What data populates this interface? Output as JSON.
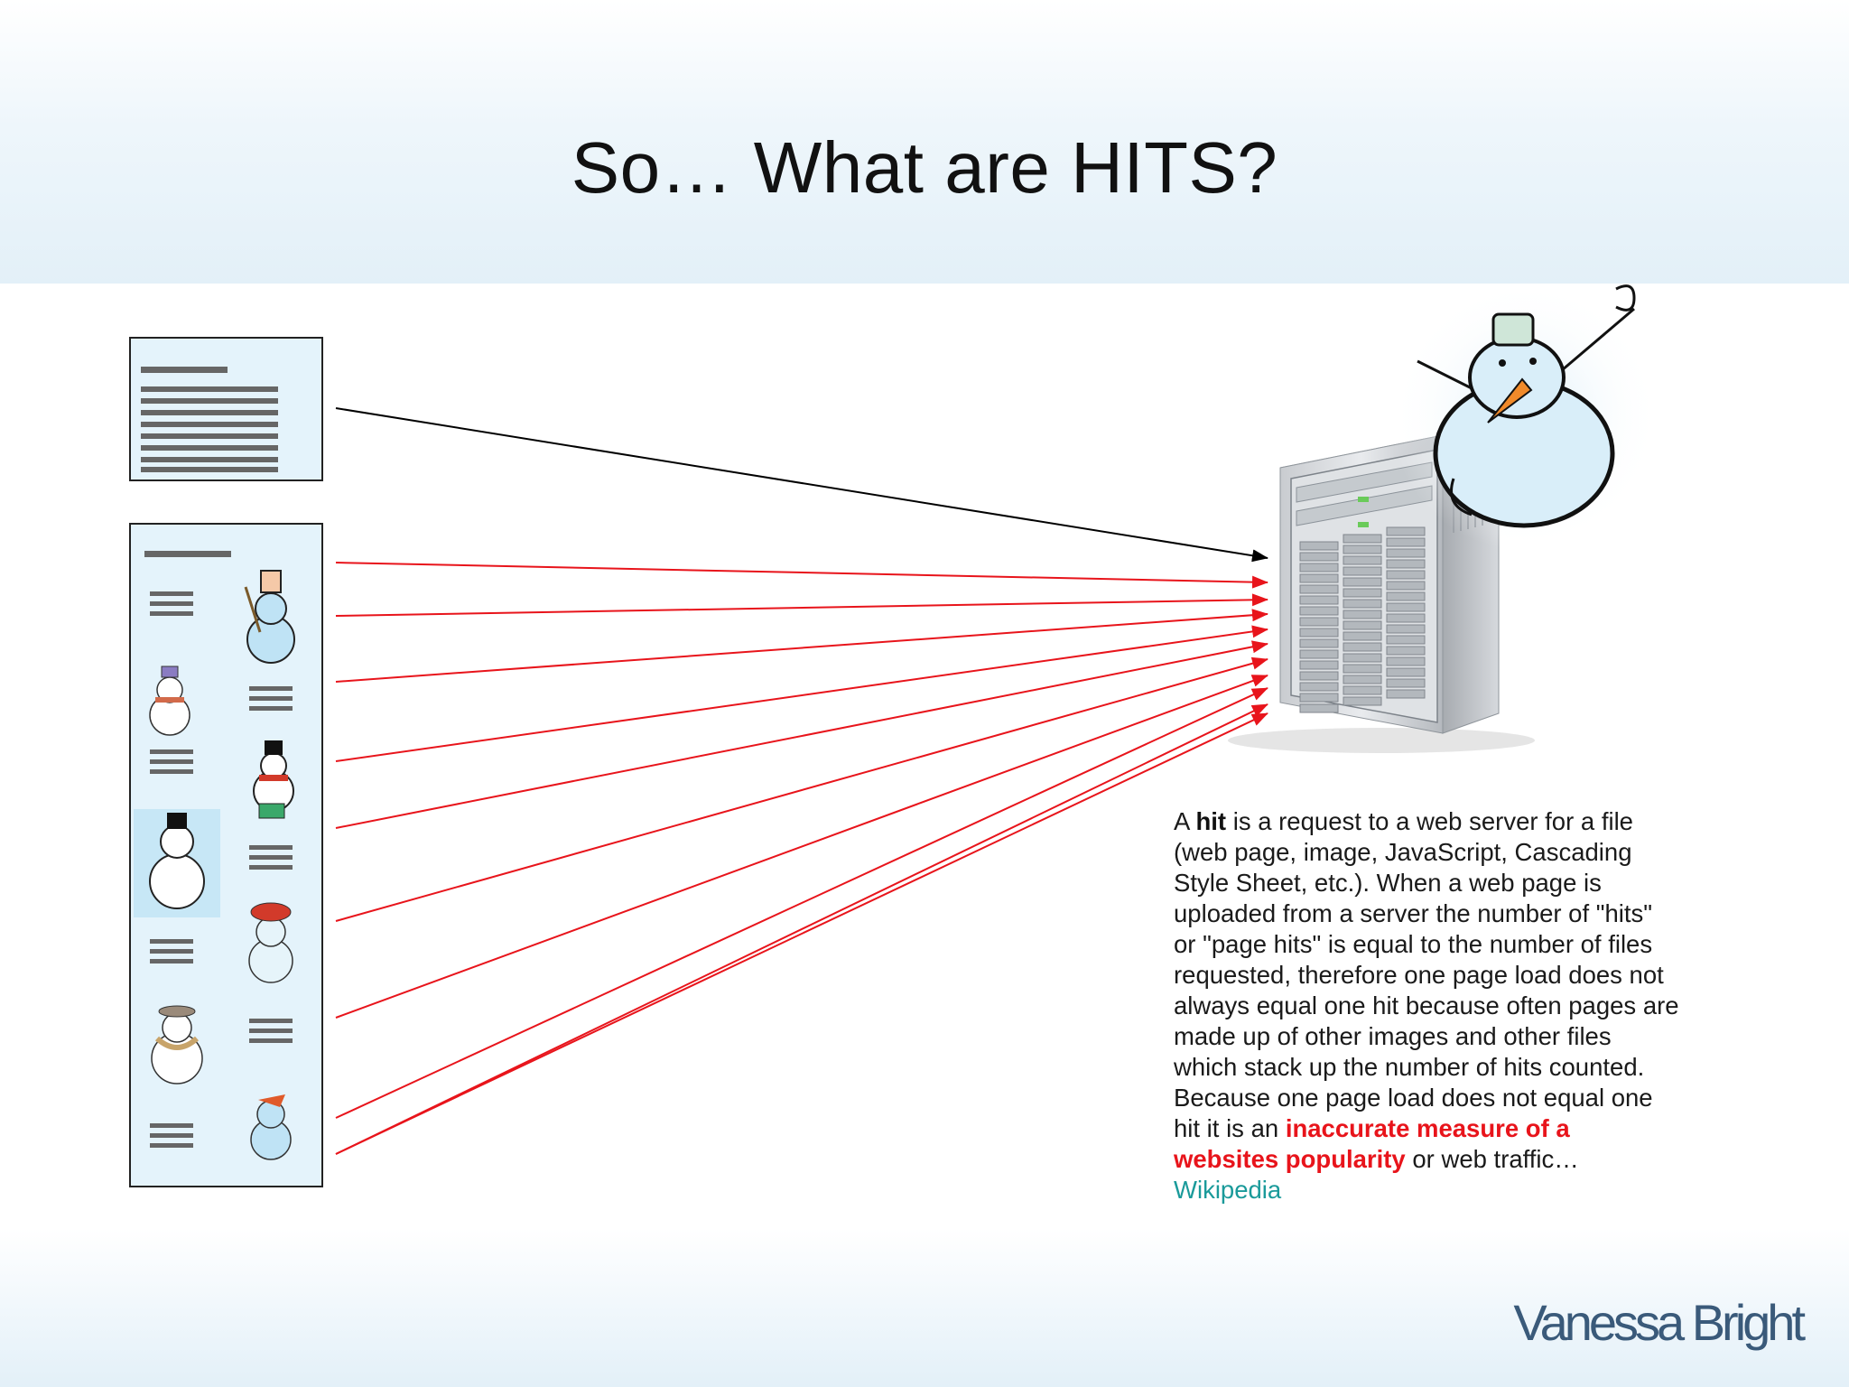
{
  "slide": {
    "title": "So… What are HITS?",
    "brand": "Vanessa Bright"
  },
  "description": {
    "part1": "A ",
    "bold_term": "hit",
    "part2": " is a request to a web server for a file (web page, image, JavaScript, Cascading Style Sheet, etc.). When a web page is uploaded from a server the number of \"hits\" or \"page hits\" is equal to the number of files requested, therefore one page load does not always equal one hit because often pages are made up of other images and other files which stack up the number of hits counted. Because one page load does not equal one hit it is an ",
    "red_phrase": "inaccurate measure of a websites popularity",
    "part3": " or web traffic… ",
    "source": "Wikipedia"
  },
  "colors": {
    "request_text_only": "#000000",
    "request_with_images": "#e8141b",
    "panel_fill": "#e4f3fb",
    "source_link": "#1a9a9a",
    "brand": "#3a5a7a"
  },
  "diagram": {
    "pages": [
      {
        "id": "text-only-page",
        "requests": 1
      },
      {
        "id": "image-page",
        "requests": 10
      }
    ],
    "server_icon": "server-tower-icon",
    "decoration_icon": "snowman-icon"
  }
}
